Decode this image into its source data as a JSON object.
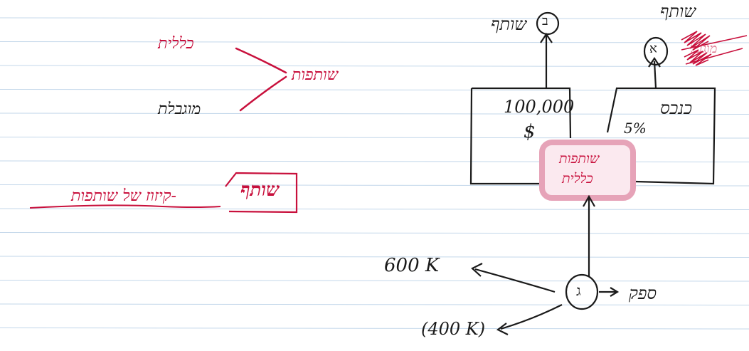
{
  "colors": {
    "paper": "#ffffff",
    "rule_line": "#c3d7ea",
    "black_ink": "#1a1a1a",
    "red_ink": "#c8103c",
    "highlight": "#e6a3b8"
  },
  "left_notes": {
    "branch_top": "כללית",
    "branch_center": "שותפות",
    "branch_bottom": "מוגבלת",
    "boxed_term": "שותף",
    "definition": "-קיזוז של שותפות"
  },
  "diagram": {
    "left_box": {
      "value": "100,000",
      "currency": "$"
    },
    "right_box": {
      "label": "כנכס",
      "percent": "5%"
    },
    "center_label_1": "שותפות",
    "center_label_2": "כללית",
    "top_left_face": "ב",
    "top_left_label": "שותף",
    "top_right_face": "א",
    "top_right_label": "שותף",
    "top_right_scribble": "מוגבל",
    "bottom_face": "ג",
    "left_amount": "600 K",
    "right_label": "ספק",
    "bottom_amount": "(400 K)"
  }
}
